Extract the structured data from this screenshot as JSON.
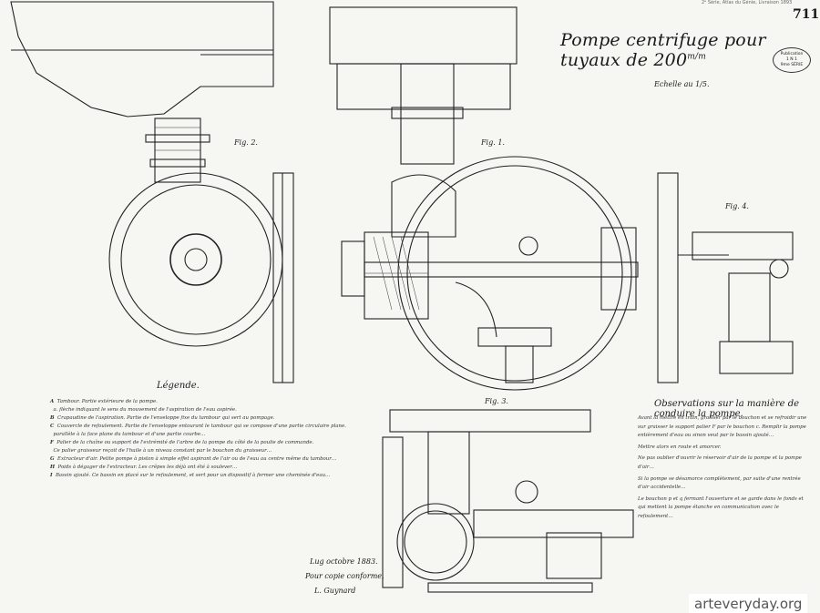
{
  "sheet": {
    "plate_number": "711",
    "corner_note": "2ᵉ Série, Atlas du Génie, Livraison 1893",
    "title": "Pompe centrifuge pour tuyaux de 200",
    "title_unit": "m/m",
    "scale": "Echelle au 1/5.",
    "stamp_lines": [
      "Publication",
      "1 N 1",
      "9me SÉRIE"
    ]
  },
  "figures": {
    "fig1": "Fig. 1.",
    "fig2": "Fig. 2.",
    "fig3": "Fig. 3.",
    "fig4": "Fig. 4."
  },
  "legend": {
    "heading": "Légende.",
    "items": [
      {
        "key": "A",
        "text": "Tambour. Partie extérieure de la pompe."
      },
      {
        "key": "",
        "text": "a. flèche indiquant le sens du mouvement de l'aspiration de l'eau aspirée."
      },
      {
        "key": "B",
        "text": "Crapaudine de l'aspiration. Partie de l'enveloppe fixe du tambour qui sert au pompage."
      },
      {
        "key": "C",
        "text": "Couvercle de refoulement. Partie de l'enveloppe entourant le tambour qui se compose d'une partie circulaire plane."
      },
      {
        "key": "",
        "text": "parallèle à la face plane du tambour et d'une partie courbe…"
      },
      {
        "key": "F",
        "text": "Palier de la chaîne ou support de l'extrémité de l'arbre de la pompe du côté de la poulie de commande."
      },
      {
        "key": "",
        "text": "Ce palier graisseur reçoit de l'huile à un niveau constant par le bouchon du graisseur…"
      },
      {
        "key": "G",
        "text": "Extracteur d'air. Petite pompe à piston à simple effet aspirant de l'air ou de l'eau au centre même du tambour…"
      },
      {
        "key": "H",
        "text": "Poids à dégager de l'extracteur. Les crêpes les déjà ont été à soulever…"
      },
      {
        "key": "I",
        "text": "Bassin ajouté. Ce bassin en placé sur le refoulement, et sert pour un dispositif à fermer une cheminée d'eau…"
      }
    ]
  },
  "observations": {
    "heading": "Observations sur la manière de conduire la pompe.",
    "paragraphs": [
      "Avant la mettre en train, graisser par le bouchon et se refroidir une sur graisser le support palier F par le bouchon c. Remplir la pompe entièrement d'eau ou sinon veut par le bassin ajouté…",
      "Mettre alors en route et amorcer.",
      "Ne pas oublier d'ouvrir le réservoir d'air de la pompe et la pompe d'air…",
      "Si la pompe se désamorce complètement, par suite d'une rentrée d'air accidentelle…",
      "Le bouchon p et q fermant l'ouverture et se garde dans le fonds et qui mettent la pompe étanche en communication avec le refoulement…"
    ]
  },
  "signature": {
    "date": "Lug octobre 1883.",
    "certified": "Pour copie conforme,",
    "name": "L. Guynard"
  },
  "watermark": "arteveryday.org"
}
